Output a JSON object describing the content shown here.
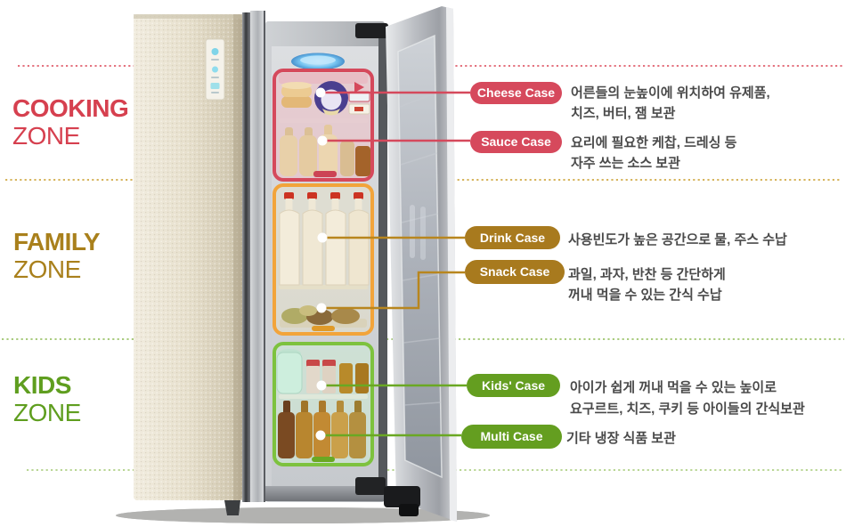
{
  "page": {
    "background": "#ffffff"
  },
  "zones": [
    {
      "label_line1": "COOKING",
      "label_line2": "ZONE",
      "color": "#d6404f",
      "divider_color": "#e4737f"
    },
    {
      "label_line1": "FAMILY",
      "label_line2": "ZONE",
      "color": "#a9801c",
      "divider_color": "#d6b45c"
    },
    {
      "label_line1": "KIDS",
      "label_line2": "ZONE",
      "color": "#5f9e1f",
      "divider_color": "#a9cb7e",
      "bottom_divider_color": "#b9d694"
    }
  ],
  "callouts": [
    {
      "label": "Cheese Case",
      "pill_color": "#d6495c",
      "desc_line1": "어른들의 눈높이에 위치하여 유제품,",
      "desc_line2": "치즈, 버터, 잼 보관"
    },
    {
      "label": "Sauce Case",
      "pill_color": "#d6495c",
      "desc_line1": "요리에 필요한 케찹, 드레싱 등",
      "desc_line2": "자주 쓰는 소스 보관"
    },
    {
      "label": "Drink Case",
      "pill_color": "#a87a1e",
      "desc_line1": "사용빈도가 높은 공간으로 물, 주스 수납",
      "desc_line2": ""
    },
    {
      "label": "Snack Case",
      "pill_color": "#a87a1e",
      "desc_line1": "과일, 과자, 반찬 등 간단하게",
      "desc_line2": "꺼내 먹을 수 있는 간식 수납"
    },
    {
      "label": "Kids' Case",
      "pill_color": "#649e20",
      "desc_line1": "아이가 쉽게 꺼내 먹을 수 있는 높이로",
      "desc_line2": "요구르트, 치즈, 쿠키 등 아이들의 간식보관"
    },
    {
      "label": "Multi Case",
      "pill_color": "#649e20",
      "desc_line1": "기타 냉장 식품 보관",
      "desc_line2": ""
    }
  ]
}
